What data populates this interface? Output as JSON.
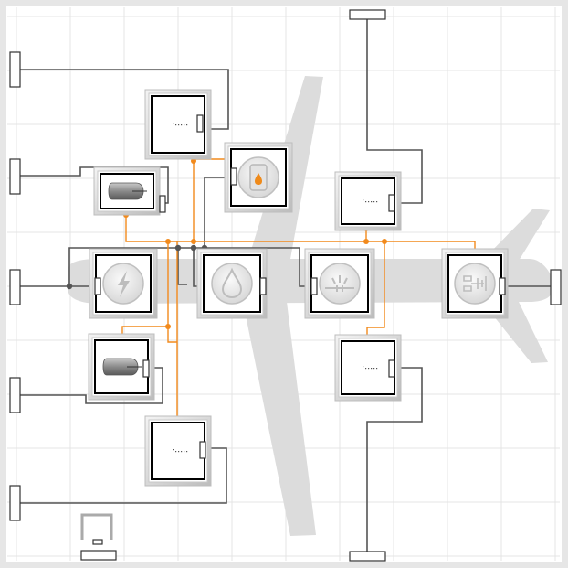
{
  "colors": {
    "background": "#ffffff",
    "canvas_frame": "#e6e6e6",
    "grid_line": "#e4e4e4",
    "airplane_silhouette": "#dcdcdc",
    "mechanical_connection": "#555555",
    "signal_connection": "#f28a1c",
    "block_bevel": "#d2d2d2",
    "block_border": "#000000",
    "port_fill": "#ffffff"
  },
  "blocks": [
    {
      "id": "electric-power",
      "icon": "lightning-bolt-icon"
    },
    {
      "id": "hydraulic-power",
      "icon": "water-drop-icon"
    },
    {
      "id": "pneumatic-power",
      "icon": "air-flow-icon"
    },
    {
      "id": "fuel-tank",
      "icon": "fuel-barrel-icon"
    },
    {
      "id": "engine-left-upper",
      "icon": "jet-engine-icon"
    },
    {
      "id": "engine-left-lower",
      "icon": "jet-engine-icon"
    },
    {
      "id": "landing-gear",
      "icon": "landing-gear-icon"
    },
    {
      "id": "subsystem-top-left",
      "icon": "subsystem-icon"
    },
    {
      "id": "subsystem-bottom-left",
      "icon": "subsystem-icon"
    },
    {
      "id": "subsystem-right-upper",
      "icon": "subsystem-icon"
    },
    {
      "id": "subsystem-right-lower",
      "icon": "subsystem-icon"
    }
  ],
  "connectors": [
    "connector-left-1",
    "connector-left-2",
    "connector-left-3",
    "connector-left-4",
    "connector-left-5",
    "connector-top",
    "connector-bottom",
    "connector-right",
    "connector-bottom-left"
  ]
}
